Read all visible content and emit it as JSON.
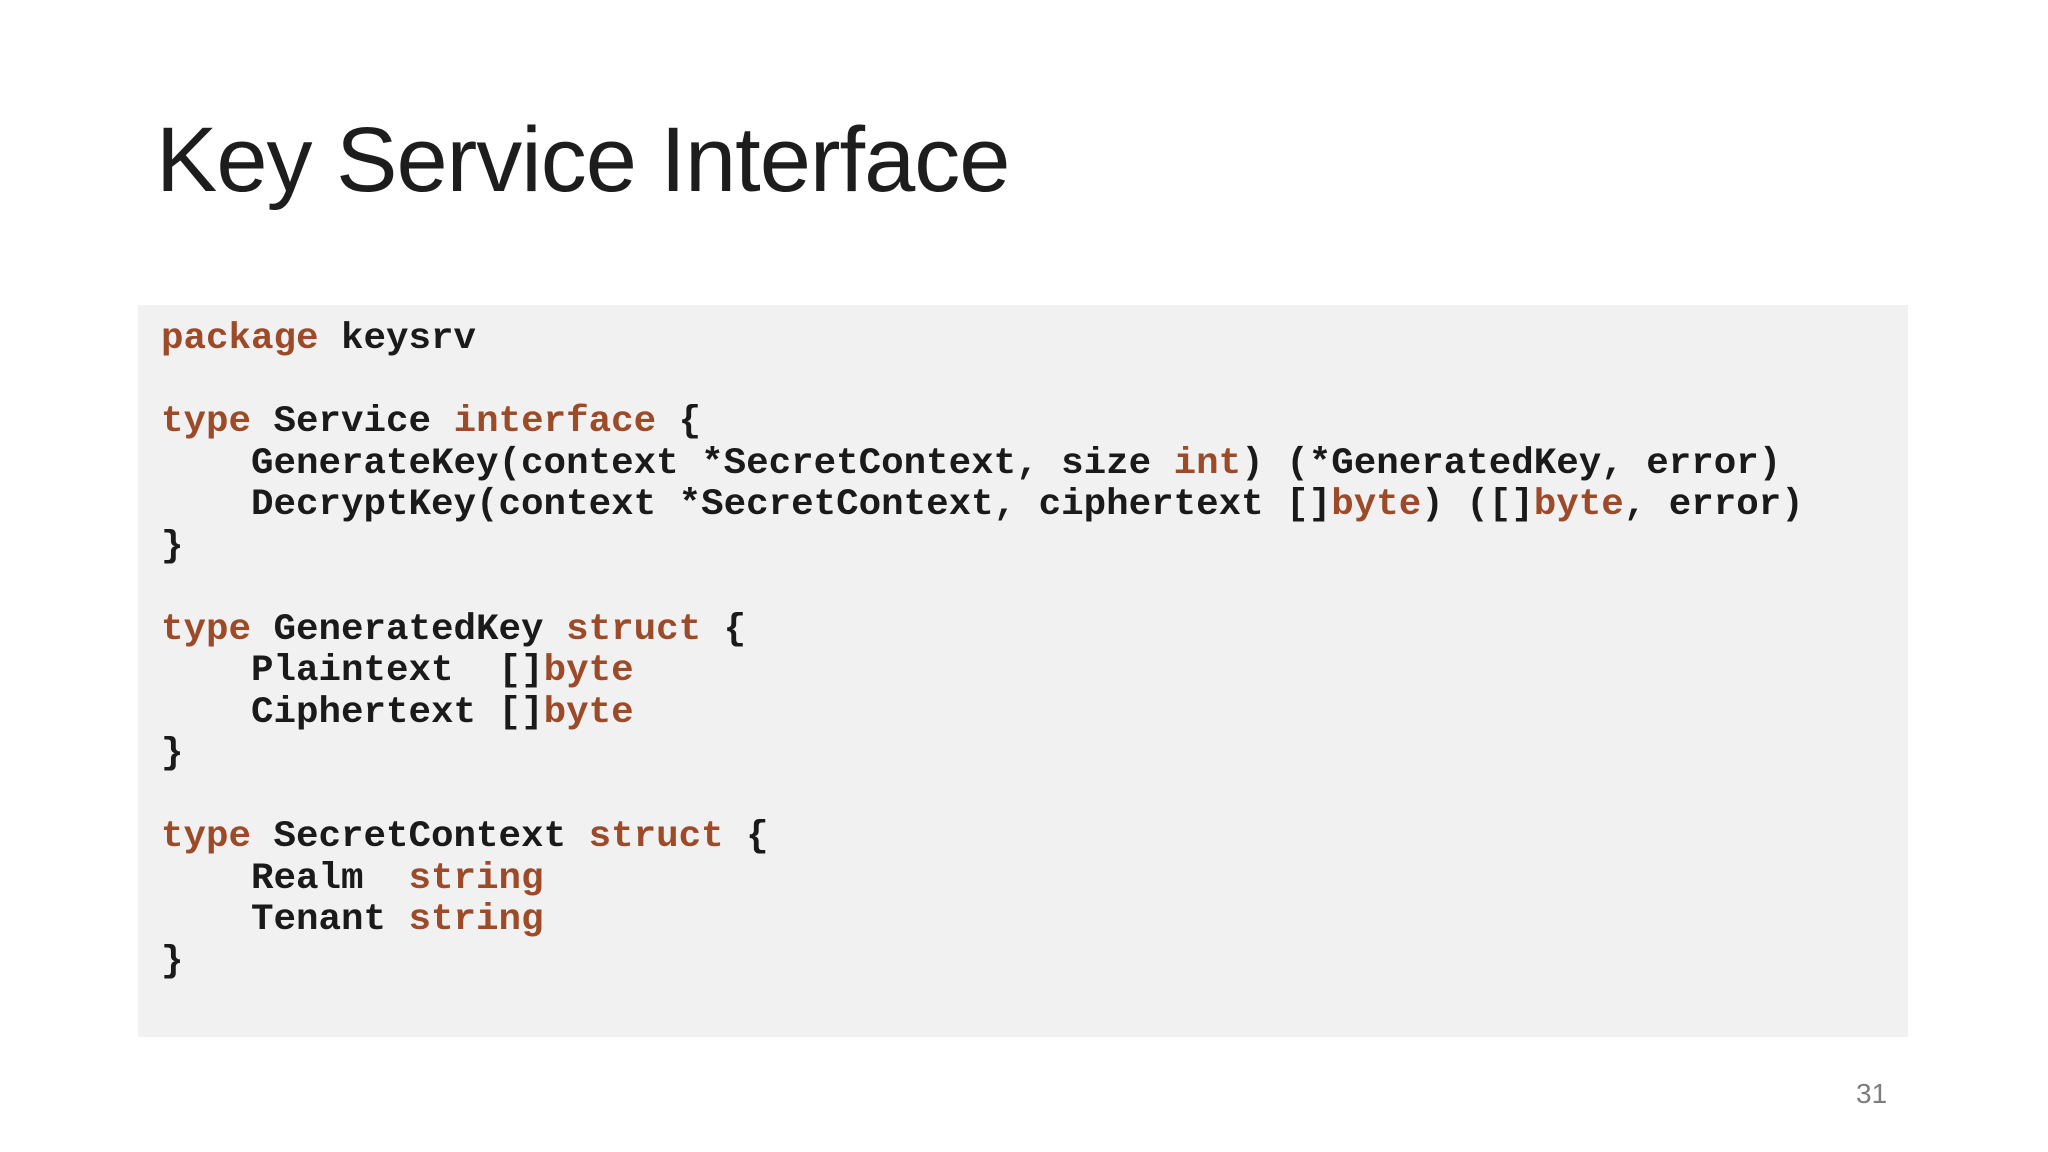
{
  "slide": {
    "title": "Key Service Interface",
    "page_number": "31"
  },
  "colors": {
    "title": "#1d1d1d",
    "code_background": "#f2f1f2",
    "code_text": "#1a1a1a",
    "keyword": "#9c4a27",
    "page_number": "#7d7d7d"
  },
  "code": {
    "language": "go",
    "lines": [
      {
        "segments": [
          {
            "t": "package",
            "c": "k"
          },
          {
            "t": " keysrv",
            "c": "p"
          }
        ]
      },
      {
        "segments": []
      },
      {
        "segments": [
          {
            "t": "type",
            "c": "k"
          },
          {
            "t": " Service ",
            "c": "p"
          },
          {
            "t": "interface",
            "c": "k"
          },
          {
            "t": " {",
            "c": "p"
          }
        ]
      },
      {
        "segments": [
          {
            "t": "    GenerateKey(context *SecretContext, size ",
            "c": "p"
          },
          {
            "t": "int",
            "c": "k"
          },
          {
            "t": ") (*GeneratedKey, error)",
            "c": "p"
          }
        ]
      },
      {
        "segments": [
          {
            "t": "    DecryptKey(context *SecretContext, ciphertext []",
            "c": "p"
          },
          {
            "t": "byte",
            "c": "k"
          },
          {
            "t": ") ([]",
            "c": "p"
          },
          {
            "t": "byte",
            "c": "k"
          },
          {
            "t": ", error)",
            "c": "p"
          }
        ]
      },
      {
        "segments": [
          {
            "t": "}",
            "c": "p"
          }
        ]
      },
      {
        "segments": []
      },
      {
        "segments": [
          {
            "t": "type",
            "c": "k"
          },
          {
            "t": " GeneratedKey ",
            "c": "p"
          },
          {
            "t": "struct",
            "c": "k"
          },
          {
            "t": " {",
            "c": "p"
          }
        ]
      },
      {
        "segments": [
          {
            "t": "    Plaintext  []",
            "c": "p"
          },
          {
            "t": "byte",
            "c": "k"
          }
        ]
      },
      {
        "segments": [
          {
            "t": "    Ciphertext []",
            "c": "p"
          },
          {
            "t": "byte",
            "c": "k"
          }
        ]
      },
      {
        "segments": [
          {
            "t": "}",
            "c": "p"
          }
        ]
      },
      {
        "segments": []
      },
      {
        "segments": [
          {
            "t": "type",
            "c": "k"
          },
          {
            "t": " SecretContext ",
            "c": "p"
          },
          {
            "t": "struct",
            "c": "k"
          },
          {
            "t": " {",
            "c": "p"
          }
        ]
      },
      {
        "segments": [
          {
            "t": "    Realm  ",
            "c": "p"
          },
          {
            "t": "string",
            "c": "k"
          }
        ]
      },
      {
        "segments": [
          {
            "t": "    Tenant ",
            "c": "p"
          },
          {
            "t": "string",
            "c": "k"
          }
        ]
      },
      {
        "segments": [
          {
            "t": "}",
            "c": "p"
          }
        ]
      }
    ]
  }
}
